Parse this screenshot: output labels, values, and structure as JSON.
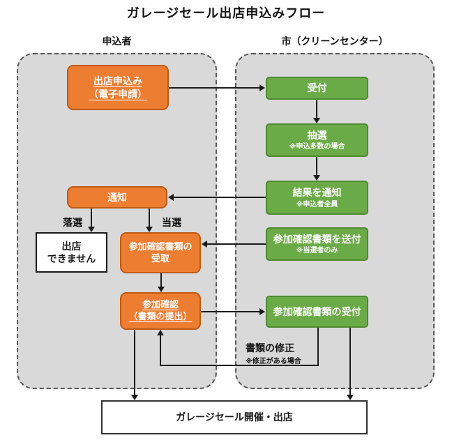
{
  "title": "ガレージセール出店申込みフロー",
  "columns": {
    "applicant": "申込者",
    "city": "市（クリーンセンター）"
  },
  "nodes": {
    "apply": {
      "line1": "出店申込み",
      "line2": "（電子申請）"
    },
    "reception": {
      "label": "受付"
    },
    "lottery": {
      "label": "抽選",
      "note": "※申込多数の場合"
    },
    "notify_result": {
      "label": "結果を通知",
      "note": "※申込者全員"
    },
    "notice": {
      "label": "通知"
    },
    "cannot_open": {
      "line1": "出店",
      "line2": "できません"
    },
    "receive_docs": {
      "line1": "参加確認書類の",
      "line2": "受取"
    },
    "send_docs": {
      "label": "参加確認書類を送付",
      "note": "※当選者のみ"
    },
    "confirm": {
      "line1": "参加確認",
      "line2": "（書類の提出）"
    },
    "accept_docs": {
      "label": "参加確認書類の受付"
    },
    "event": {
      "label": "ガレージセール開催・出店"
    }
  },
  "edge_labels": {
    "lose": "落選",
    "win": "当選",
    "fix": "書類の修正",
    "fix_note": "※修正がある場合"
  },
  "colors": {
    "orange_fill": "#ED7D31",
    "orange_border": "#C05A11",
    "green_fill": "#6BAB47",
    "green_border": "#4D8A32",
    "panel_fill": "#D9D9D9",
    "panel_border": "#595959",
    "arrow": "#1A1A1A"
  }
}
